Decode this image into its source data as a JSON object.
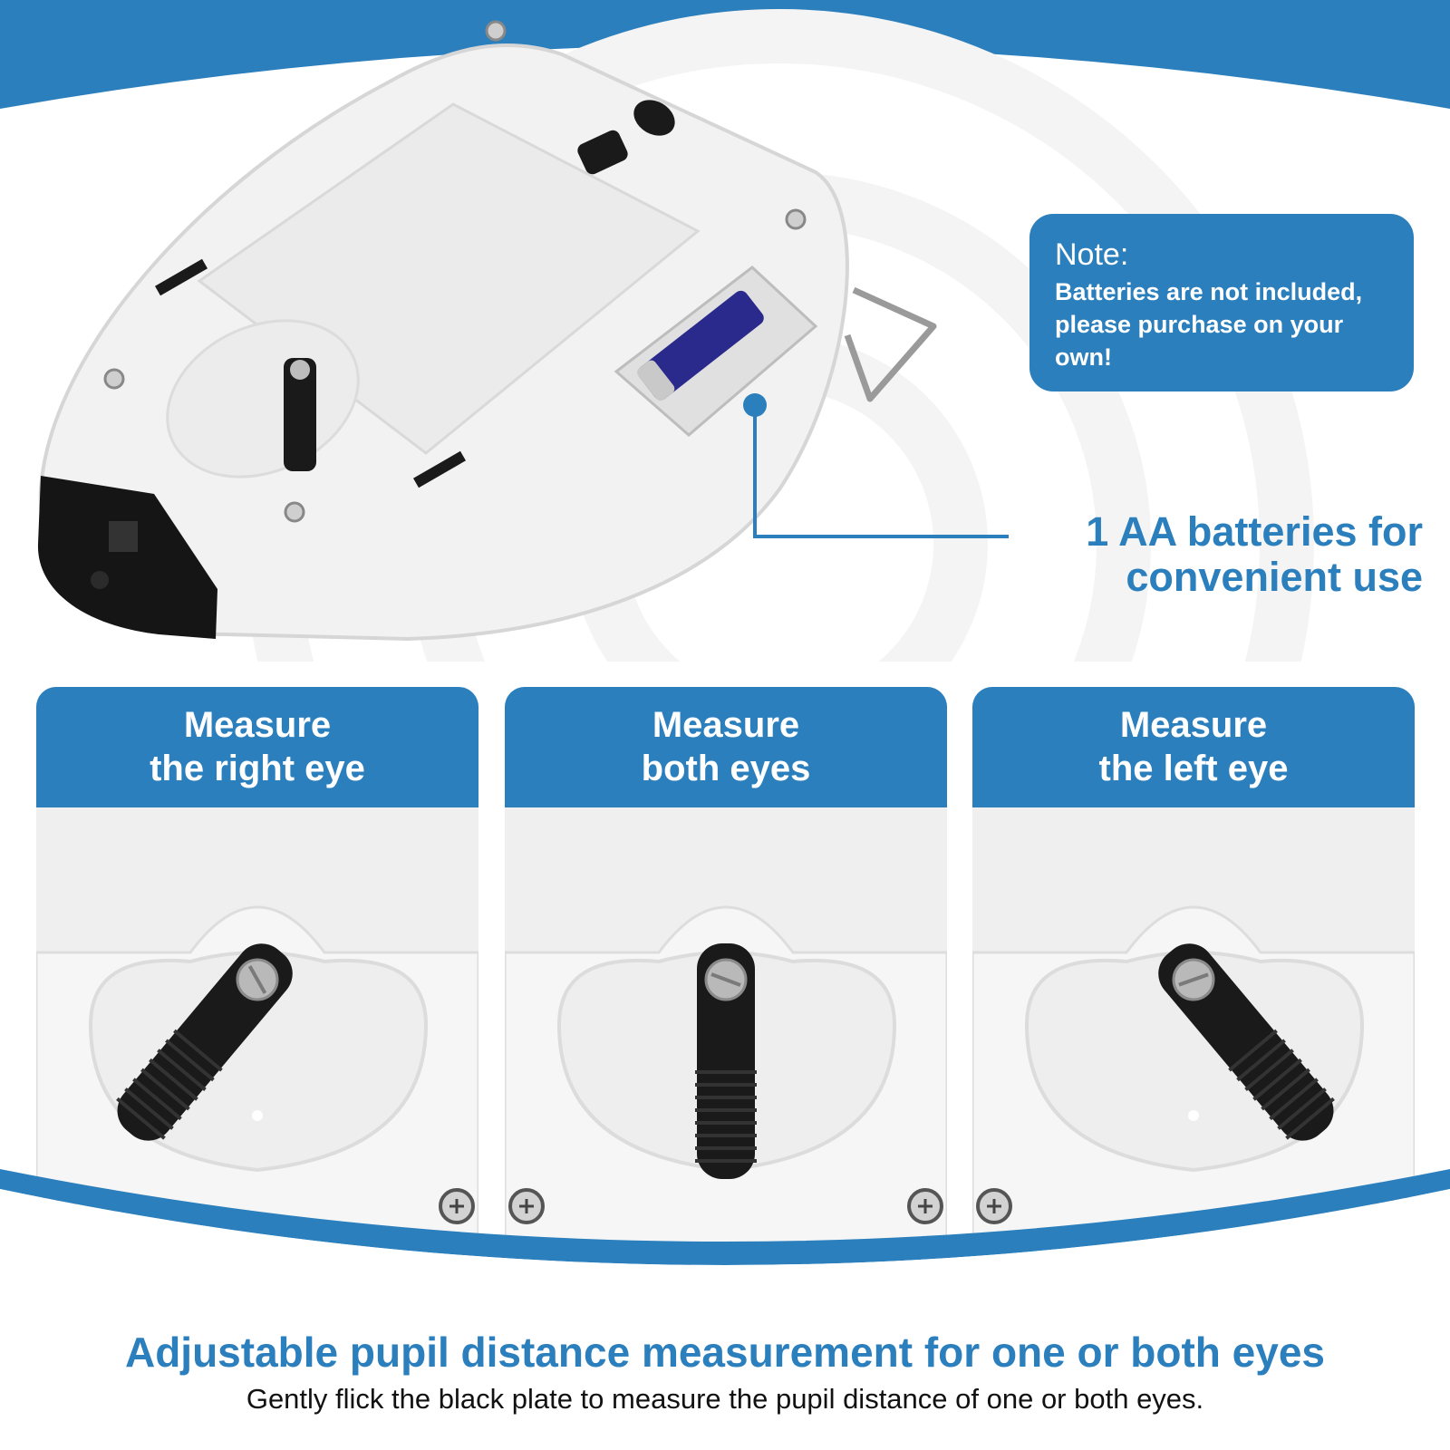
{
  "note": {
    "title": "Note:",
    "body": "Batteries are not included, please purchase on your own!"
  },
  "battery_callout": {
    "line1": "1 AA batteries for",
    "line2": "convenient use"
  },
  "panels": [
    {
      "line1": "Measure",
      "line2": "the right eye",
      "lever_angle": 40
    },
    {
      "line1": "Measure",
      "line2": "both eyes",
      "lever_angle": 0
    },
    {
      "line1": "Measure",
      "line2": "the left eye",
      "lever_angle": -40
    }
  ],
  "headline": "Adjustable pupil distance measurement for one or both eyes",
  "subline": "Gently flick the black plate to measure the pupil distance of one or both eyes.",
  "colors": {
    "brand_blue": "#2b7fbd",
    "device_body": "#f2f2f2",
    "lever_black": "#1a1a1a"
  }
}
